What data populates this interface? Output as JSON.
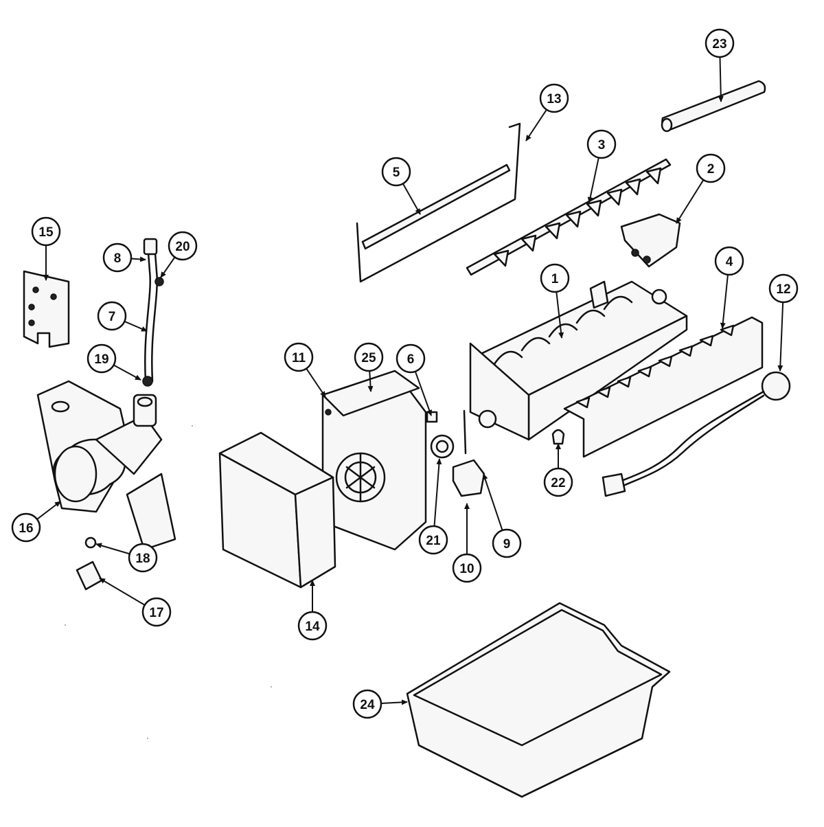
{
  "diagram": {
    "callouts": [
      {
        "label": "1"
      },
      {
        "label": "2"
      },
      {
        "label": "3"
      },
      {
        "label": "4"
      },
      {
        "label": "5"
      },
      {
        "label": "6"
      },
      {
        "label": "7"
      },
      {
        "label": "8"
      },
      {
        "label": "9"
      },
      {
        "label": "10"
      },
      {
        "label": "11"
      },
      {
        "label": "12"
      },
      {
        "label": "13"
      },
      {
        "label": "14"
      },
      {
        "label": "15"
      },
      {
        "label": "16"
      },
      {
        "label": "17"
      },
      {
        "label": "18"
      },
      {
        "label": "19"
      },
      {
        "label": "20"
      },
      {
        "label": "21"
      },
      {
        "label": "22"
      },
      {
        "label": "23"
      },
      {
        "label": "24"
      },
      {
        "label": "25"
      }
    ]
  }
}
